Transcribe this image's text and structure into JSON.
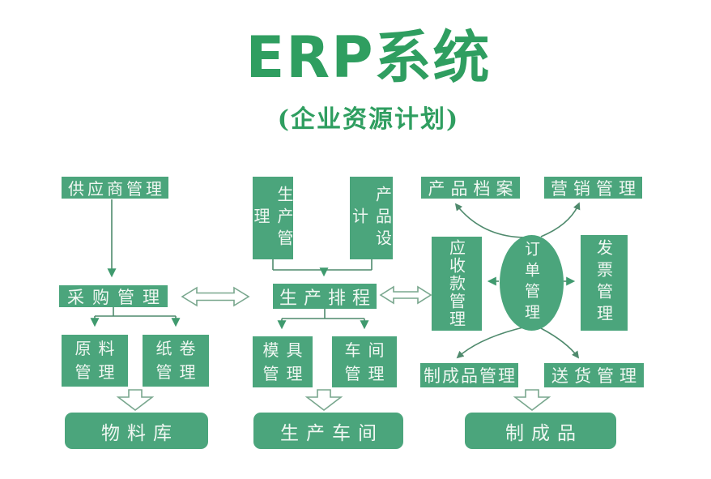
{
  "header": {
    "title": "ERP系统",
    "subtitle": "(企业资源计划)"
  },
  "colors": {
    "box_green": "#4ba57c",
    "title_green": "#2f9e60",
    "connector": "#4f8a6d",
    "box_text": "#f0f7f2"
  },
  "nodes": {
    "supplier": {
      "label": "供应商管理"
    },
    "purchasing": {
      "label": "采购管理"
    },
    "raw_material": {
      "lines": [
        "原料",
        "管理"
      ]
    },
    "paper_roll": {
      "lines": [
        "纸卷",
        "管理"
      ]
    },
    "material_store": {
      "label": "物料库"
    },
    "production_mgmt": {
      "label": "生产管理"
    },
    "product_design": {
      "label": "产品设计"
    },
    "scheduling": {
      "label": "生产排程"
    },
    "mold_mgmt": {
      "lines": [
        "模具",
        "管理"
      ]
    },
    "workshop_mgmt": {
      "lines": [
        "车间",
        "管理"
      ]
    },
    "production_workshop": {
      "label": "生产车间"
    },
    "product_archive": {
      "label": "产品档案"
    },
    "marketing": {
      "label": "营销管理"
    },
    "receivables": {
      "label": "应收款管理"
    },
    "order_mgmt": {
      "label": "订单管理"
    },
    "invoice": {
      "label": "发票管理"
    },
    "finished_goods_mgmt": {
      "label": "制成品管理"
    },
    "delivery": {
      "label": "送货管理"
    },
    "finished_goods": {
      "label": "制成品"
    }
  }
}
